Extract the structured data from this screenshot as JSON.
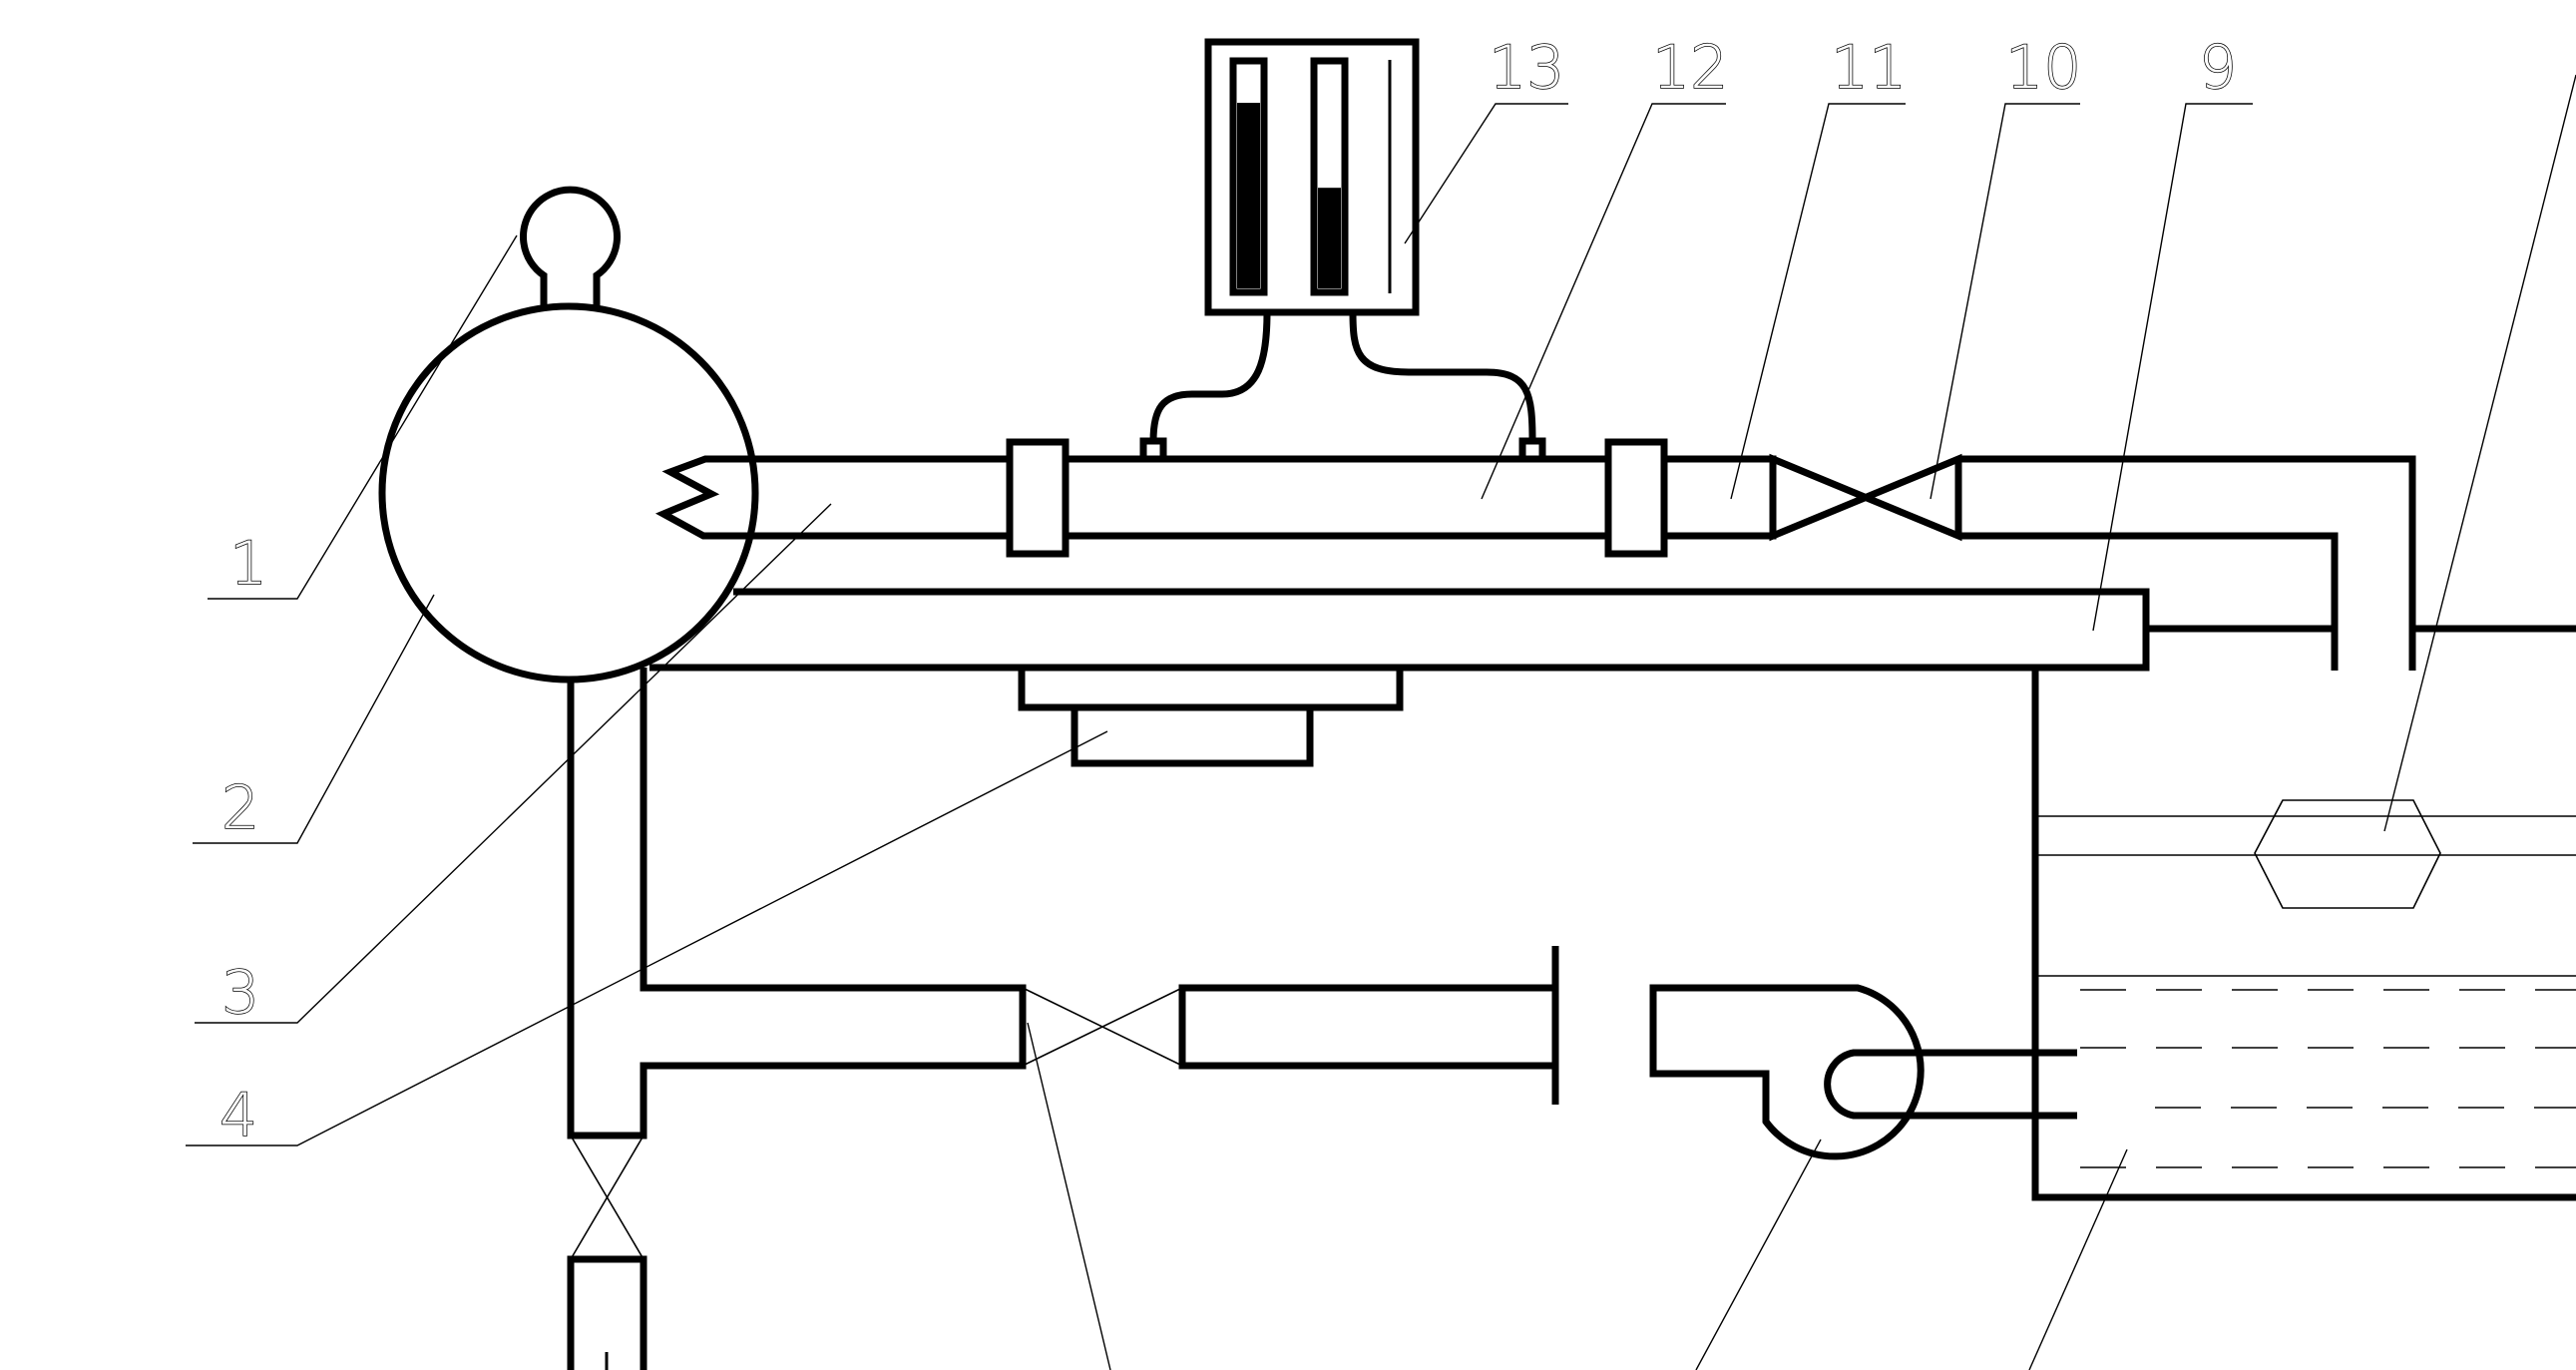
{
  "diagram": {
    "callouts": [
      {
        "id": "c1",
        "label": "1"
      },
      {
        "id": "c2",
        "label": "2"
      },
      {
        "id": "c3",
        "label": "3"
      },
      {
        "id": "c4",
        "label": "4"
      },
      {
        "id": "c9",
        "label": "9"
      },
      {
        "id": "c10",
        "label": "10"
      },
      {
        "id": "c11",
        "label": "11"
      },
      {
        "id": "c12",
        "label": "12"
      },
      {
        "id": "c13",
        "label": "13"
      }
    ],
    "manometer": {
      "left_column_level": 0.83,
      "right_column_level": 0.45
    }
  }
}
